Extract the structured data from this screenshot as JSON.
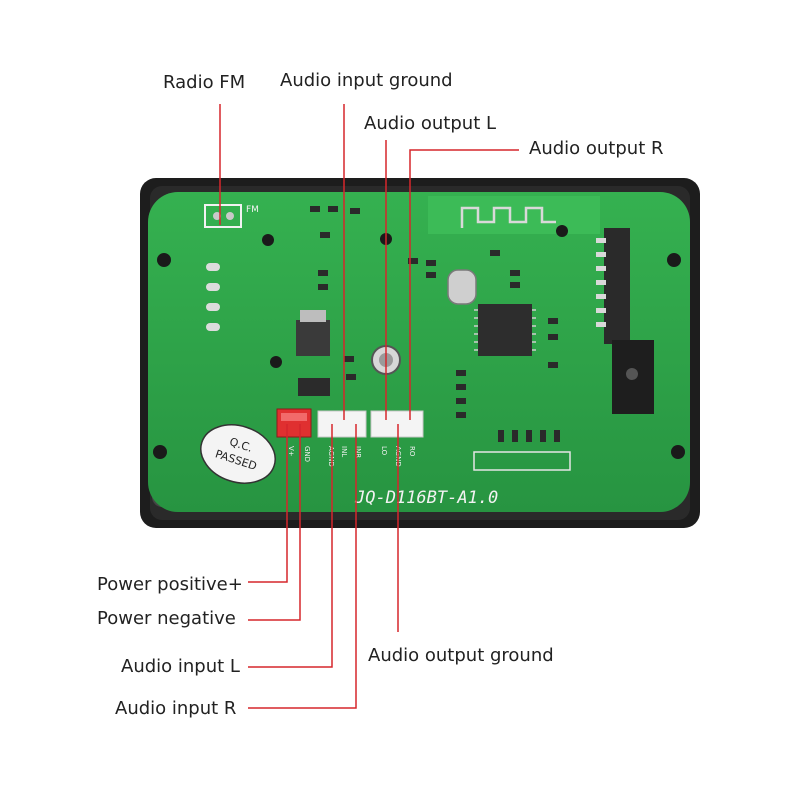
{
  "labels": {
    "radio_fm": "Radio FM",
    "audio_input_ground": "Audio input ground",
    "audio_output_l": "Audio output L",
    "audio_output_r": "Audio output R",
    "power_positive": "Power positive+",
    "power_negative": "Power negative",
    "audio_input_l": "Audio input L",
    "audio_input_r": "Audio input R",
    "audio_output_ground": "Audio output ground"
  },
  "board": {
    "model": "JQ-D116BT-A1.0",
    "qc_line1": "Q.C.",
    "qc_line2": "PASSED",
    "fm_silk": "FM",
    "pin_labels": [
      "V+",
      "GND",
      "AGND",
      "INL",
      "INR",
      "LO",
      "AGND",
      "RO"
    ]
  },
  "colors": {
    "leader": "#d6262c",
    "pcb": "#2fa84a",
    "frame": "#1d1d1d",
    "silkscreen": "#f2f2f2"
  }
}
